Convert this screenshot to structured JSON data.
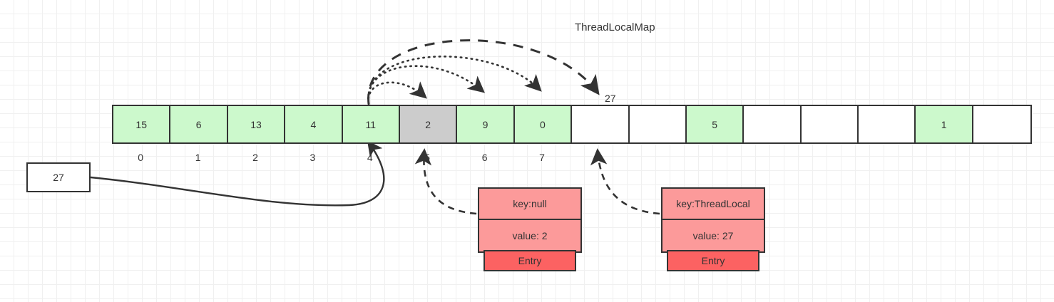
{
  "diagram": {
    "title": "ThreadLocalMap",
    "source_box": {
      "value": "27"
    },
    "arc_end_label": "27",
    "array": {
      "cells": [
        {
          "value": "15",
          "state": "green"
        },
        {
          "value": "6",
          "state": "green"
        },
        {
          "value": "13",
          "state": "green"
        },
        {
          "value": "4",
          "state": "green"
        },
        {
          "value": "11",
          "state": "green"
        },
        {
          "value": "2",
          "state": "gray"
        },
        {
          "value": "9",
          "state": "green"
        },
        {
          "value": "0",
          "state": "green"
        },
        {
          "value": "",
          "state": "empty"
        },
        {
          "value": "",
          "state": "empty"
        },
        {
          "value": "5",
          "state": "green"
        },
        {
          "value": "",
          "state": "empty"
        },
        {
          "value": "",
          "state": "empty"
        },
        {
          "value": "",
          "state": "empty"
        },
        {
          "value": "1",
          "state": "green"
        },
        {
          "value": "",
          "state": "empty"
        }
      ],
      "index_labels": [
        "0",
        "1",
        "2",
        "3",
        "4",
        "5",
        "6",
        "7"
      ]
    },
    "entries": [
      {
        "key": "key:null",
        "value": "value: 2",
        "type": "Entry"
      },
      {
        "key": "key:ThreadLocal",
        "value": "value: 27",
        "type": "Entry"
      }
    ],
    "colors": {
      "cell_green": "#ccf9cc",
      "cell_gray": "#cccccc",
      "entry_kv": "#fc9a9a",
      "entry_label": "#fc6262",
      "stroke": "#333333",
      "grid": "#f0f0f0"
    }
  }
}
